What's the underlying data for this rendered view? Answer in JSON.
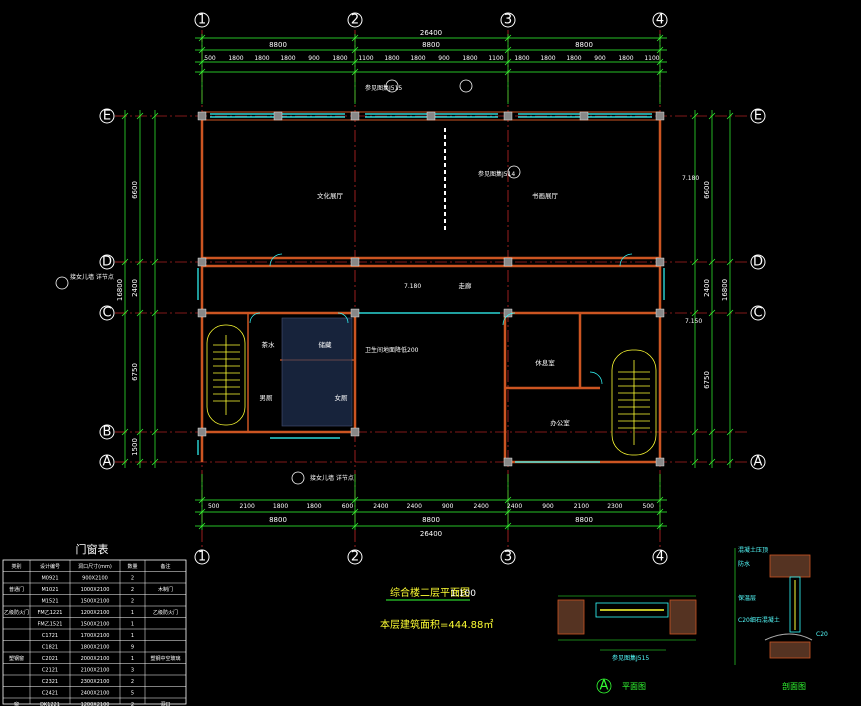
{
  "axes": {
    "vertical": [
      "1",
      "2",
      "3",
      "4"
    ],
    "horizontal": [
      "E",
      "D",
      "C",
      "B",
      "A"
    ]
  },
  "dimensions": {
    "overall_width": "26400",
    "bay_widths": [
      "8800",
      "8800",
      "8800"
    ],
    "top_segments": [
      "500",
      "1800",
      "1800",
      "1800",
      "900",
      "1800",
      "1100",
      "1800",
      "1800",
      "900",
      "1800",
      "1100",
      "1800",
      "1800",
      "1800",
      "900",
      "1800",
      "1100"
    ],
    "bottom_segments": [
      "500",
      "2100",
      "1800",
      "1800",
      "600",
      "2400",
      "2400",
      "900",
      "2400",
      "2400",
      "900",
      "2100",
      "2300",
      "500"
    ],
    "bay_upper": "6600",
    "bay_mid": "2400",
    "bay_lower": "6750",
    "bay_bottom": "1500",
    "overall_height": "16800"
  },
  "rooms": {
    "reading_room": "文化展厅",
    "exhibit_hall": "书画展厅",
    "corridor": "走廊",
    "lounge": "休息室",
    "office": "办公室",
    "toilet_m": "男厕",
    "toilet_f": "女厕",
    "storage": "储藏",
    "pantry": "茶水"
  },
  "notes": {
    "detail_top": "参见图集J515",
    "detail_mid": "参见图集J514",
    "rain_left": "接女儿墙 详节点",
    "rain_bottom": "接女儿墙 详节点",
    "leader": "卫生间地面降低200",
    "elev1": "7.180",
    "elev2": "7.150"
  },
  "door_window_table": {
    "title": "门窗表",
    "headers": [
      "类别",
      "设计编号",
      "洞口尺寸(mm)",
      "数量",
      "备注"
    ],
    "rows": [
      [
        "",
        "M0921",
        "900X2100",
        "2",
        ""
      ],
      [
        "普通门",
        "M1021",
        "1000X2100",
        "2",
        "木制门"
      ],
      [
        "",
        "M1521",
        "1500X2100",
        "2",
        ""
      ],
      [
        "乙级防火门",
        "FM乙1221",
        "1200X2100",
        "1",
        "乙级防火门"
      ],
      [
        "",
        "FM乙1521",
        "1500X2100",
        "1",
        ""
      ],
      [
        "",
        "C1721",
        "1700X2100",
        "1",
        ""
      ],
      [
        "",
        "C1821",
        "1800X2100",
        "9",
        ""
      ],
      [
        "塑钢窗",
        "C2021",
        "2000X2100",
        "1",
        "塑钢中空玻璃"
      ],
      [
        "",
        "C2121",
        "2100X2100",
        "3",
        ""
      ],
      [
        "",
        "C2321",
        "2300X2100",
        "2",
        ""
      ],
      [
        "",
        "C2421",
        "2400X2100",
        "5",
        ""
      ],
      [
        "窗",
        "DK1221",
        "1200X2100",
        "2",
        "洞口"
      ]
    ]
  },
  "plan_title": "综合楼二层平面图",
  "plan_scale": "1:100",
  "area_label": "本层建筑面积=444.88㎡",
  "detail_plan": {
    "marker": "A",
    "caption": "平面图",
    "note": "参见图集J515"
  },
  "detail_section": {
    "caption": "剖面图",
    "notes": [
      "混凝土压顶",
      "防水",
      "保温层",
      "C20细石混凝土",
      "C20"
    ]
  },
  "colors": {
    "background": "#000000",
    "axis_line": "#ff3333",
    "dimension": "#33ff33",
    "wall": "#cc5522",
    "window": "#33ffff",
    "stair": "#ffff33",
    "table_line": "#ffffff"
  }
}
